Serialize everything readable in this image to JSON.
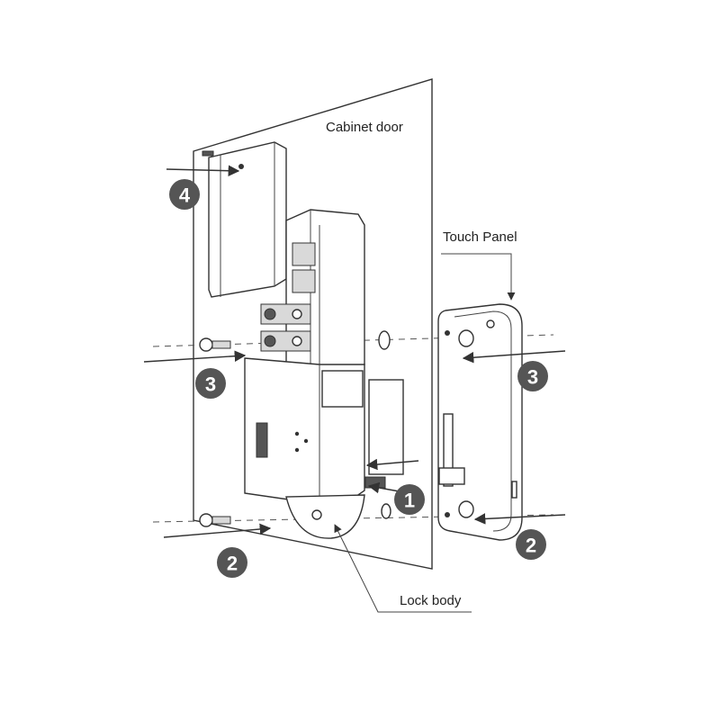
{
  "labels": {
    "cabinet_door": "Cabinet door",
    "touch_panel": "Touch Panel",
    "lock_body": "Lock body"
  },
  "steps": [
    "1",
    "2",
    "2",
    "3",
    "3",
    "4"
  ],
  "colors": {
    "line": "#333333",
    "badge": "#555555",
    "background": "#ffffff"
  }
}
